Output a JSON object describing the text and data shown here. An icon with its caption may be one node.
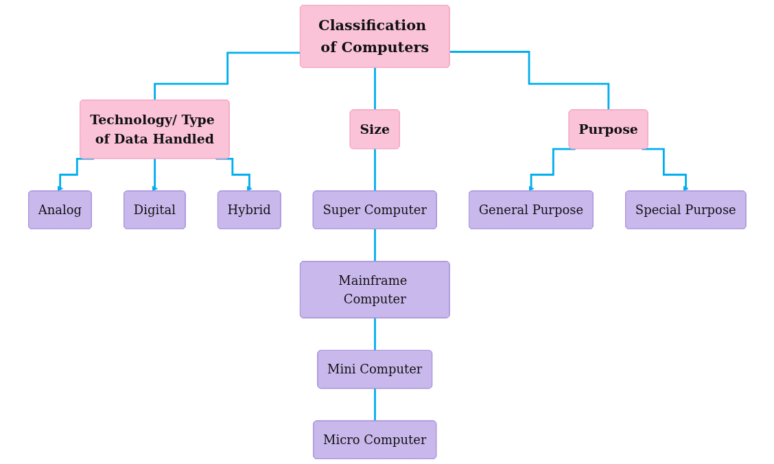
{
  "diagram": {
    "nodes": [
      {
        "text": [
          "Classification of Computers"
        ]
      },
      {
        "text": [
          "Technology/ Type of Data Handled"
        ]
      },
      {
        "text": [
          "Size"
        ]
      },
      {
        "text": [
          "Purpose"
        ]
      },
      {
        "text": [
          "Analog"
        ]
      },
      {
        "text": [
          "Digital"
        ]
      },
      {
        "text": [
          "Hybrid"
        ]
      },
      {
        "text": [
          "Super Computer"
        ]
      },
      {
        "text": [
          "Mainframe Computer"
        ]
      },
      {
        "text": [
          "Mini Computer"
        ]
      },
      {
        "text": [
          "Micro Computer"
        ]
      },
      {
        "text": [
          "General Purpose"
        ]
      },
      {
        "text": [
          "Special Purpose"
        ]
      }
    ],
    "edges": [
      {
        "from": 0,
        "to": 1,
        "arrow": "none"
      },
      {
        "from": 0,
        "to": 2,
        "arrow": "none"
      },
      {
        "from": 0,
        "to": 3,
        "arrow": "none"
      },
      {
        "from": 1,
        "to": 4,
        "arrow": "to"
      },
      {
        "from": 1,
        "to": 5,
        "arrow": "to"
      },
      {
        "from": 1,
        "to": 6,
        "arrow": "to"
      },
      {
        "from": 2,
        "to": 7,
        "arrow": "none"
      },
      {
        "from": 7,
        "to": 8,
        "arrow": "none"
      },
      {
        "from": 8,
        "to": 9,
        "arrow": "none"
      },
      {
        "from": 9,
        "to": 10,
        "arrow": "none"
      },
      {
        "from": 3,
        "to": 11,
        "arrow": "to"
      },
      {
        "from": 3,
        "to": 12,
        "arrow": "to"
      }
    ]
  }
}
